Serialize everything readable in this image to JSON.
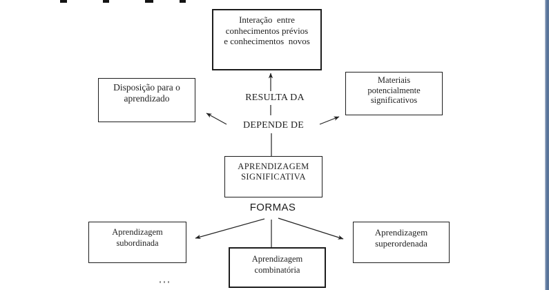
{
  "window": {
    "background": "#ffffff",
    "right_edge_color": "#54719a"
  },
  "diagram": {
    "labels": {
      "resulta_da": "RESULTA DA",
      "depende_de": "DEPENDE DE",
      "formas": "FORMAS"
    },
    "nodes": {
      "interacao": {
        "lines": [
          "Interação  entre",
          "conhecimentos prévios",
          "e conhecimentos  novos"
        ]
      },
      "disposicao": {
        "lines": [
          "Disposição para o",
          "aprendizado"
        ]
      },
      "materiais": {
        "lines": [
          "Materiais",
          "potencialmente",
          "significativos"
        ]
      },
      "aprendizagem_significativa": {
        "lines": [
          "APRENDIZAGEM",
          "SIGNIFICATIVA"
        ]
      },
      "subordinada": {
        "lines": [
          "Aprendizagem",
          "subordinada"
        ]
      },
      "combinatoria": {
        "lines": [
          "Aprendizagem",
          "combinatória"
        ]
      },
      "superordenada": {
        "lines": [
          "Aprendizagem",
          "superordenada"
        ]
      }
    },
    "connector_color": "#222222"
  }
}
